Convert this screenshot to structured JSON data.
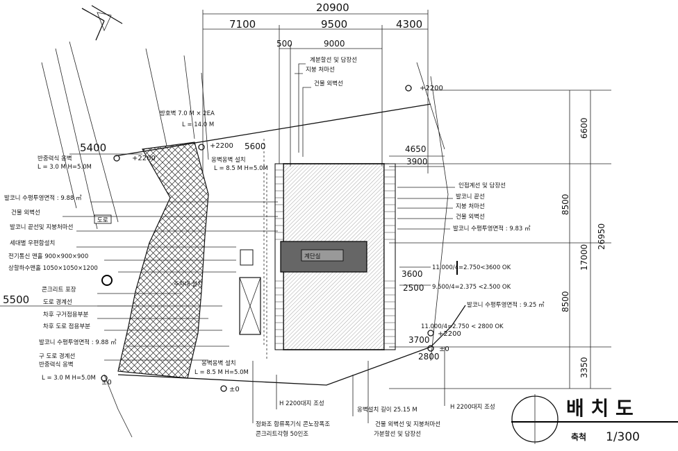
{
  "dimensions": {
    "top_total": "20900",
    "top_left": "7100",
    "top_mid": "9500",
    "top_right": "4300",
    "inner_a": "500",
    "inner_b": "9000",
    "left_5400": "5400",
    "left_5600": "5600",
    "left_5500": "5500",
    "right_4650": "4650",
    "right_3900": "3900",
    "right_6600": "6600",
    "right_8500a": "8500",
    "right_17000": "17000",
    "right_26950": "26950",
    "right_8500b": "8500",
    "right_3350": "3350",
    "right_3600": "3600",
    "right_2500": "2500",
    "right_3700": "3700",
    "right_2800": "2800"
  },
  "levels": {
    "l1": "+2200",
    "l2": "+2200",
    "l3": "+2200",
    "l4": "+2200",
    "l5": "±0",
    "l6": "±0",
    "l7": "±0"
  },
  "labels_top": {
    "t1": "계분할선 및 담장선",
    "t2": "지붕 처마선",
    "t3": "건물 외벽선"
  },
  "labels_left": {
    "l1": "방호벽  7.0 M × 2EA",
    "l2": "L = 14.0 M",
    "l3": "반중력식 옹벽",
    "l4": "L = 3.0 M  H=5.0M",
    "l5": "옹벽옹벽 설치",
    "l6": "L = 8.5 M  H=5.0M",
    "l7": "발코니 수평투영면적 : 9.88 ㎡",
    "l8": "건물 외벽선",
    "l9": "도로",
    "l10": "발코니 끝선및 지붕처마선",
    "l11": "세대별 우편함설치",
    "l12": "전기통신 맨홀 900×900×900",
    "l13": "상할하수맨홀   1050×1050×1200",
    "l14": "주차대 설치",
    "l15": "콘크리트 포장",
    "l16": "도로 경계선",
    "l17": "차후 구거점용부분",
    "l18": "차후 도로 점용부분",
    "l19": "발코니 수평투영면적 : 9.88 ㎡",
    "l20": "구 도로 경계선",
    "l21": "반중력식 옹벽",
    "l22": "L = 3.0 M  H=5.0M",
    "l23": "옹벽옹벽 설치",
    "l24": "L = 8.5 M  H=5.0M"
  },
  "labels_right": {
    "r1": "인접계선 및 담장선",
    "r2": "발코니 끝선",
    "r3": "지붕 처마선",
    "r4": "건물 외벽선",
    "r5": "발코니 수평투영면적 : 9.83 ㎡",
    "r6": "11.000/4=2.750<3600 OK",
    "r7": "9.500/4=2.375 <2.500  OK",
    "r8": "발코니 수평투영면적 : 9.25 ㎡",
    "r9": "11.000/4=2.750 < 2800 OK"
  },
  "labels_bottom": {
    "b1": "H 2200대지 조성",
    "b2": "정화조  합류폭기식 콘노장폭조",
    "b3": "콘크리트각형 50인조",
    "b4": "옹벽설치 길이 25.15 M",
    "b5": "H 2200대지 조성",
    "b6": "건물 외벽선 및 지붕처마선",
    "b7": "가분할선 및 담장선"
  },
  "building_label": "계단실",
  "title_block": {
    "title": "배 치 도",
    "scale_label": "축척",
    "scale_value": "1/300"
  }
}
